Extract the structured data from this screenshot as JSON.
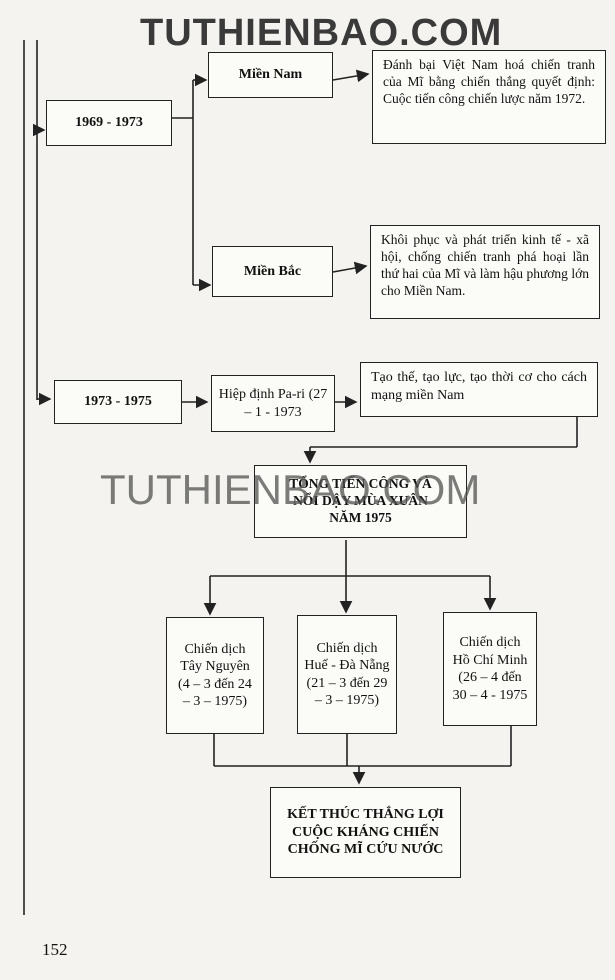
{
  "watermark": "TUTHIENBAO.COM",
  "watermark_middle": "TUTHIENBAO.COM",
  "page_number": "152",
  "period_1969": {
    "label": "1969 - 1973",
    "south": {
      "label": "Miền Nam",
      "result": "Đánh bại Việt Nam hoá chiến tranh của Mĩ bằng chiến thắng quyết định: Cuộc tiến công chiến lược năm 1972."
    },
    "north": {
      "label": "Miền Bắc",
      "result": "Khôi phục và phát triển kinh tế - xã hội, chống chiến tranh phá hoại lần thứ hai của Mĩ và làm hậu phương lớn cho Miền Nam."
    }
  },
  "period_1973": {
    "label": "1973 - 1975",
    "agreement": "Hiệp định Pa-ri (27 – 1 - 1973",
    "result": "Tạo thế, tạo lực, tạo thời cơ cho cách mạng miền Nam"
  },
  "offensive": "TỔNG TIẾN CÔNG VÀ NỔI DẬY MÙA XUÂN NĂM 1975",
  "campaigns": [
    {
      "name": "Chiến dịch Tây Nguyên",
      "dates": "(4 – 3 đến 24 – 3 – 1975)"
    },
    {
      "name": "Chiến dịch Huế - Đà Nẵng",
      "dates": "(21 – 3 đến 29 – 3 – 1975)"
    },
    {
      "name": "Chiến dịch Hồ Chí Minh",
      "dates": "(26 – 4 đến 30 – 4 - 1975"
    }
  ],
  "conclusion": "KẾT THÚC THẮNG LỢI CUỘC KHÁNG CHIẾN CHỐNG MĨ CỨU NƯỚC"
}
